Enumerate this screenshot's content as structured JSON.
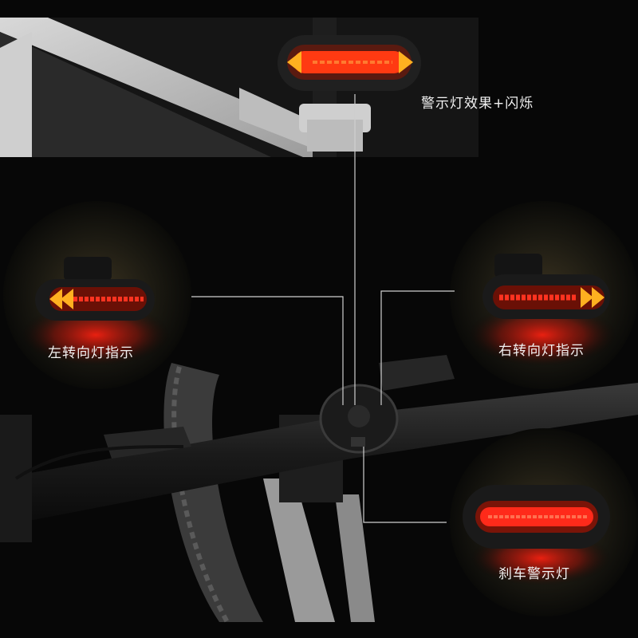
{
  "captions": {
    "top": "警示灯效果+闪烁",
    "left": "左转向灯指示",
    "right": "右转向灯指示",
    "bottom": "刹车警示灯"
  },
  "colors": {
    "light_red": "#ff2a1a",
    "light_amber": "#ffb020",
    "background": "#070707"
  }
}
